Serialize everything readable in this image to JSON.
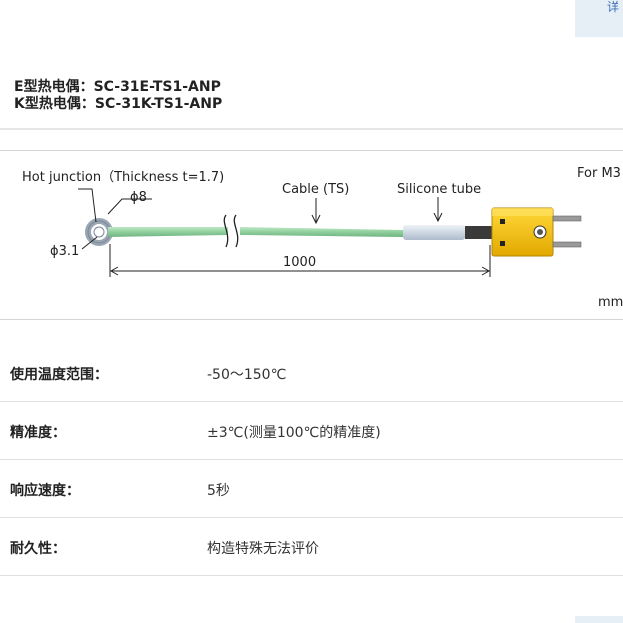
{
  "top_button": {
    "label": "详"
  },
  "models": [
    {
      "label": "E型热电偶：",
      "code": "SC-31E-TS1-ANP"
    },
    {
      "label": "K型热电偶：",
      "code": "SC-31K-TS1-ANP"
    }
  ],
  "diagram": {
    "hot_junction": "Hot junction（Thickness t=1.7)",
    "phi_outer": "ϕ8",
    "phi_inner": "ϕ3.1",
    "cable_label": "Cable (TS)",
    "silicone_label": "Silicone tube",
    "length_label": "1000",
    "for_label": "For M3",
    "unit_label": "mm",
    "colors": {
      "cable": "#9cd8a8",
      "silicone": "#d2dce8",
      "connector": "#f5c400",
      "pins": "#8a8a8a"
    }
  },
  "specs": [
    {
      "label": "使用温度范围：",
      "value": "-50～150℃"
    },
    {
      "label": "精准度：",
      "value": "±3℃(测量100℃的精准度)"
    },
    {
      "label": "响应速度：",
      "value": "5秒"
    },
    {
      "label": "耐久性：",
      "value": "构造特殊无法评价"
    }
  ]
}
